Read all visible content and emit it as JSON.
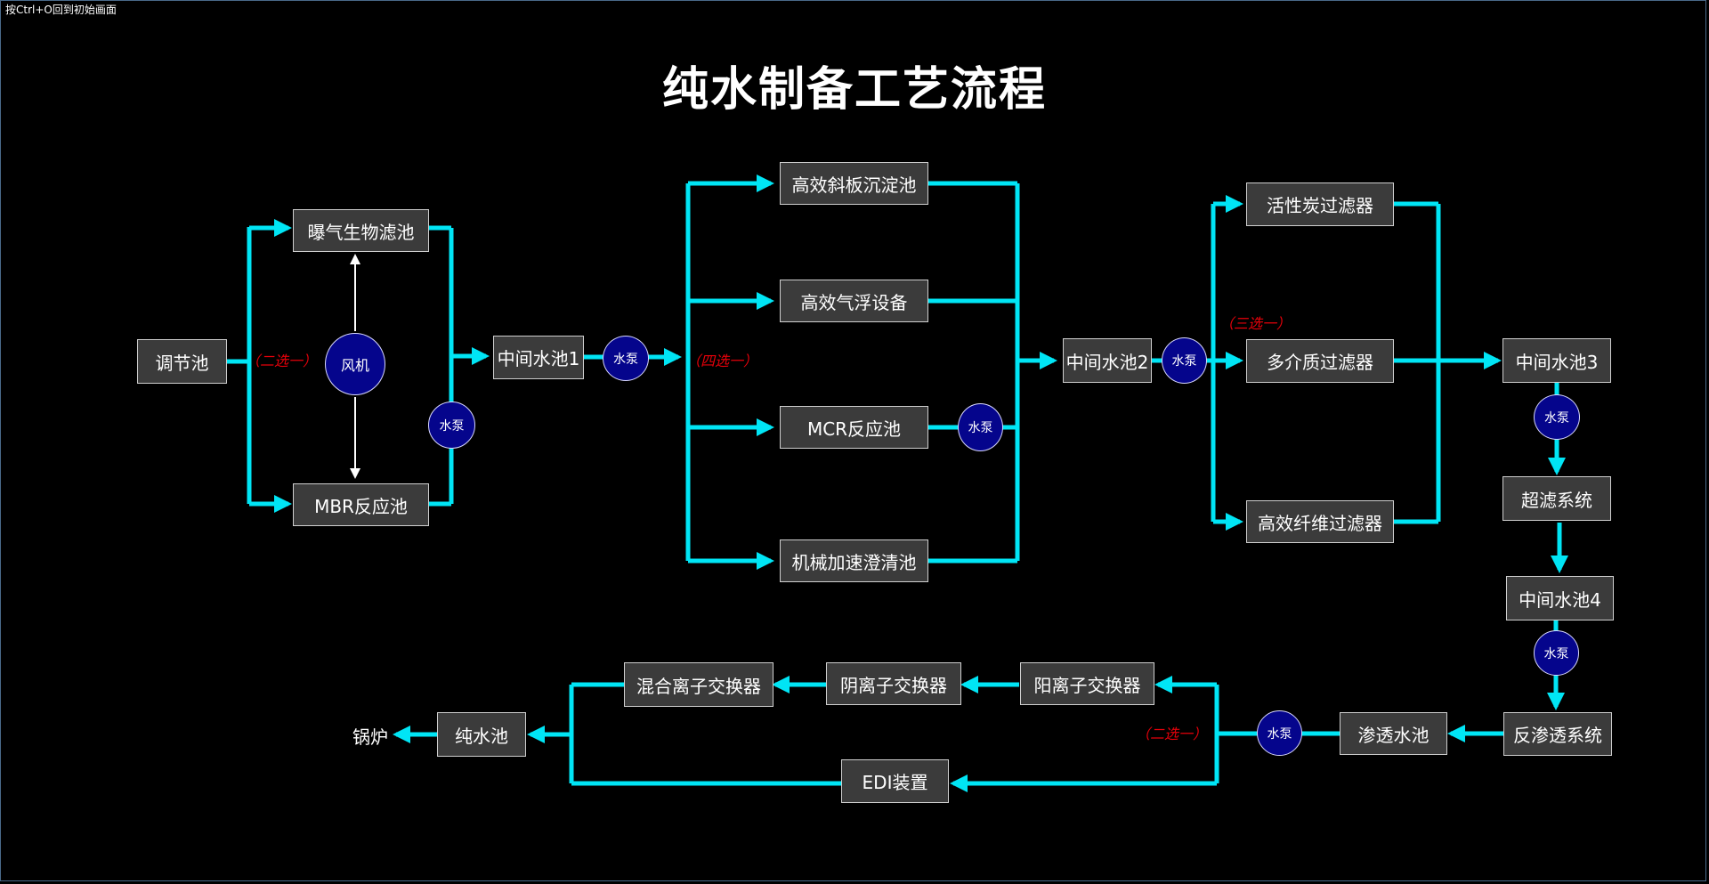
{
  "hint": "按Ctrl+O回到初始画面",
  "title": "纯水制备工艺流程",
  "colors": {
    "pipe": "#00e5f5",
    "pump": "#05058c",
    "box": "#3b3b3b",
    "note": "#e8000a"
  },
  "boxes": {
    "tiaojiechi": "调节池",
    "baoqi": "曝气生物滤池",
    "mbr": "MBR反应池",
    "zj1": "中间水池1",
    "xieban": "高效斜板沉淀池",
    "qifu": "高效气浮设备",
    "mcr": "MCR反应池",
    "jixie": "机械加速澄清池",
    "zj2": "中间水池2",
    "huoxingtan": "活性炭过滤器",
    "duojiezhi": "多介质过滤器",
    "xianwei": "高效纤维过滤器",
    "zj3": "中间水池3",
    "chaolv": "超滤系统",
    "zj4": "中间水池4",
    "fanshentou": "反渗透系统",
    "shentou": "渗透水池",
    "yang_cation": "阳离子交换器",
    "yin_anion": "阴离子交换器",
    "hunhe": "混合离子交换器",
    "edi": "EDI装置",
    "chunshui": "纯水池"
  },
  "fan_label": "风机",
  "pump_label": "水泵",
  "boiler": "锅炉",
  "notes": {
    "choose2_a": "（二选一）",
    "choose4": "（四选一）",
    "choose3": "（三选一）",
    "choose2_b": "（二选一）"
  }
}
